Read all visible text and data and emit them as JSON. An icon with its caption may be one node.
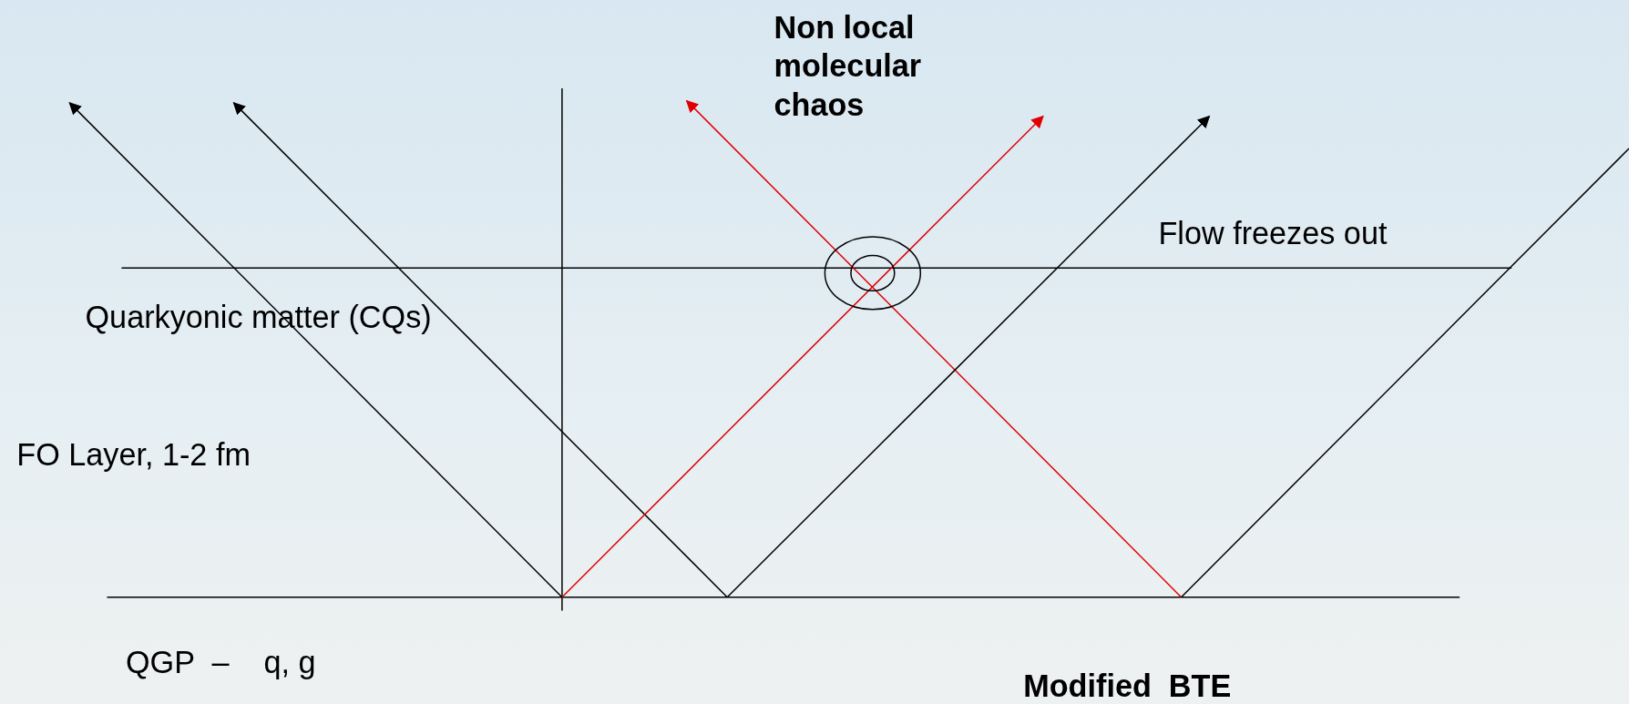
{
  "diagram": {
    "labels": [
      "Non local molecular chaos",
      "Flow freezes out",
      "Quarkyonic matter (CQs)",
      "FO Layer, 1-2 fm",
      "QGP  –    q, g",
      "Modified  BTE"
    ]
  }
}
